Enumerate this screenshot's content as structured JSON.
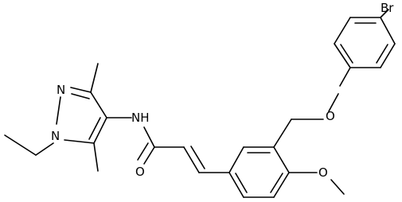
{
  "atoms": {
    "br": "Br",
    "o_ether": "O",
    "o_methoxy": "O",
    "o_carbonyl": "O",
    "nh": "NH",
    "n_pyrazole_1": "N",
    "n_pyrazole_2": "N"
  }
}
